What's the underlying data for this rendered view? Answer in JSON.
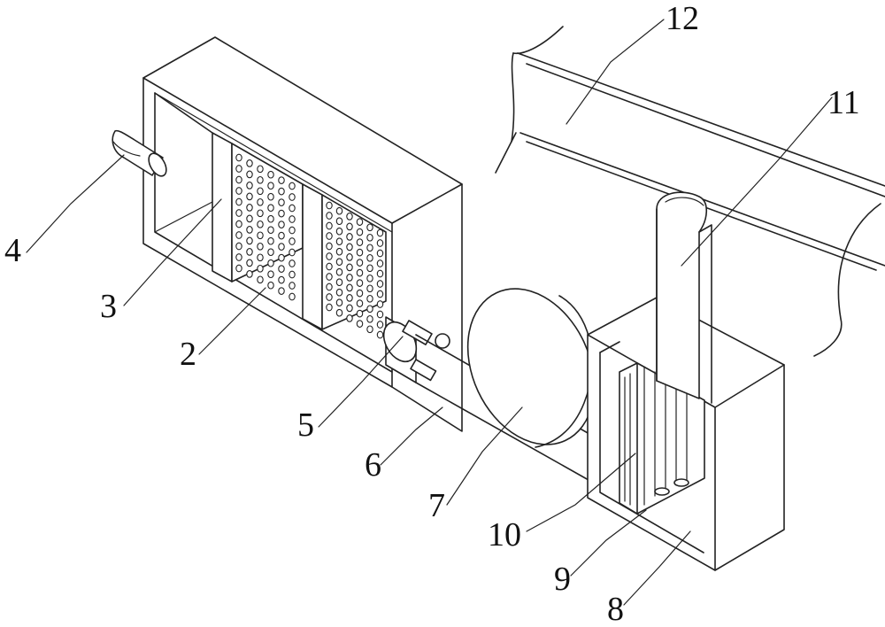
{
  "labels": {
    "l1": "12",
    "l2": "11",
    "l3": "4",
    "l4": "3",
    "l5": "2",
    "l6": "5",
    "l7": "6",
    "l8": "7",
    "l9": "10",
    "l10": "9",
    "l11": "8"
  }
}
